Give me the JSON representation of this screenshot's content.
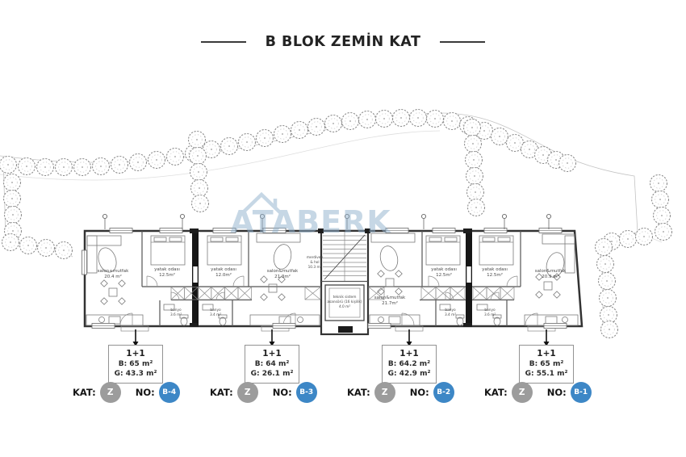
{
  "title": "B BLOK ZEMİN KAT",
  "watermark": "ATABERK",
  "labels": {
    "kat": "KAT:",
    "no": "NO:"
  },
  "colors": {
    "unit_badge": "#3d87c6",
    "floor_badge": "#9c9c9c",
    "watermark": "#8fb0cc"
  },
  "rooms": {
    "b4_salon": {
      "name": "salon+mutfak",
      "area": "20.4 m²"
    },
    "b4_yatak": {
      "name": "yatak odası",
      "area": "12.5m²"
    },
    "b4_banyo": {
      "name": "banyo",
      "area": "3.6 m²"
    },
    "b3_yatak": {
      "name": "yatak odası",
      "area": "12.0m²"
    },
    "b3_salon": {
      "name": "salon&mutfak",
      "area": "21.3m²"
    },
    "b3_banyo": {
      "name": "banyo",
      "area": "3.4 m²"
    },
    "core_stairs": {
      "line1": "merdiven",
      "line2": "& hol",
      "area": "10.3 m²"
    },
    "core_lift": {
      "line1": "teknik sistem",
      "line2": "asansörü (16 kişilik)",
      "area": "4.0 m²"
    },
    "b2_salon": {
      "name": "salon&mutfak",
      "area": "21.7m²"
    },
    "b2_yatak": {
      "name": "yatak odası",
      "area": "12.5m²"
    },
    "b2_banyo": {
      "name": "banyo",
      "area": "3.4 m²"
    },
    "b1_yatak": {
      "name": "yatak odası",
      "area": "12.5m²"
    },
    "b1_banyo": {
      "name": "banyo",
      "area": "3.6 m²"
    },
    "b1_salon": {
      "name": "salon&mutfak",
      "area": "20.9 m²"
    }
  },
  "units": [
    {
      "type": "1+1",
      "brut": "B: 65 m²",
      "garden": "G: 43.3 m²",
      "kat": "Z",
      "no": "B-4"
    },
    {
      "type": "1+1",
      "brut": "B: 64 m²",
      "garden": "G: 26.1 m²",
      "kat": "Z",
      "no": "B-3"
    },
    {
      "type": "1+1",
      "brut": "B: 64.2 m²",
      "garden": "G: 42.9 m²",
      "kat": "Z",
      "no": "B-2"
    },
    {
      "type": "1+1",
      "brut": "B: 65 m²",
      "garden": "G: 55.1 m²",
      "kat": "Z",
      "no": "B-1"
    }
  ]
}
